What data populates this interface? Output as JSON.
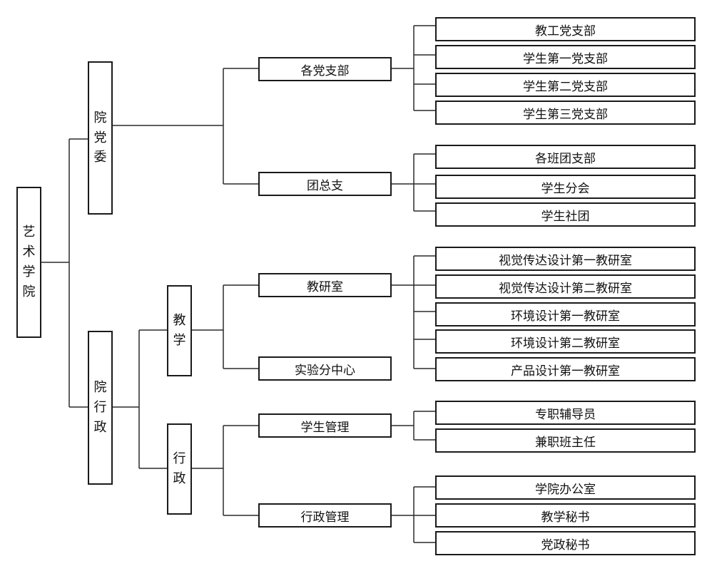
{
  "diagram": {
    "root": "艺术学院",
    "party_committee": {
      "label": "院党委",
      "branches_label": "各党支部",
      "branches": [
        "教工党支部",
        "学生第一党支部",
        "学生第二党支部",
        "学生第三党支部"
      ],
      "league_label": "团总支",
      "league_items": [
        "各班团支部",
        "学生分会",
        "学生社团"
      ]
    },
    "administration": {
      "label": "院行政",
      "teaching": {
        "label": "教学",
        "office_label": "教研室",
        "offices": [
          "视觉传达设计第一教研室",
          "视觉传达设计第二教研室",
          "环境设计第一教研室",
          "环境设计第二教研室",
          "产品设计第一教研室"
        ],
        "lab_label": "实验分中心"
      },
      "admin": {
        "label": "行政",
        "student_mgmt_label": "学生管理",
        "student_mgmt_items": [
          "专职辅导员",
          "兼职班主任"
        ],
        "admin_mgmt_label": "行政管理",
        "admin_mgmt_items": [
          "学院办公室",
          "教学秘书",
          "党政秘书"
        ]
      }
    }
  }
}
